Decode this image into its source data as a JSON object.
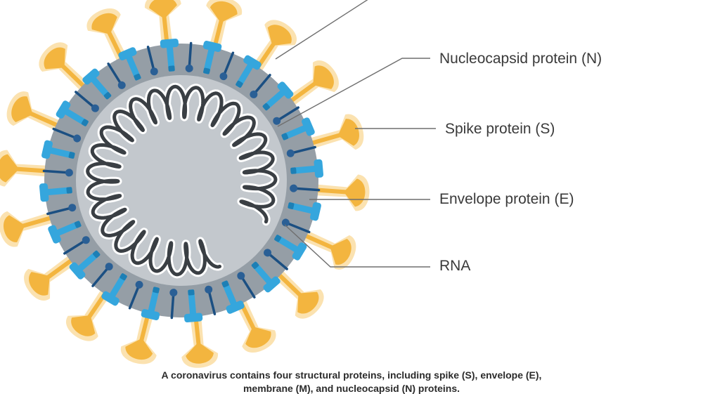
{
  "diagram": {
    "labels": [
      {
        "id": "nucleocapsid",
        "text": "Nucleocapsid protein (N)"
      },
      {
        "id": "spike",
        "text": "Spike protein (S)"
      },
      {
        "id": "envelope",
        "text": "Envelope protein (E)"
      },
      {
        "id": "rna",
        "text": "RNA"
      }
    ]
  },
  "caption": {
    "line1": "A coronavirus contains four structural proteins, including spike (S), envelope (E),",
    "line2": "membrane (M), and nucleocapsid (N) proteins."
  },
  "colors": {
    "spike": "#f3b53f",
    "spike_light": "#fbe2b0",
    "membrane": "#35a6dd",
    "membrane_dark": "#1d7fb5",
    "envelope": "#1b4f82",
    "envelope_head": "#2a5f95",
    "shell": "#959ea6",
    "core": "#c3c8cd",
    "rna_dark": "#3a3f44",
    "leader": "#6f6f6f"
  },
  "icons": [
    "spike-protein-glyph",
    "membrane-protein-glyph",
    "envelope-protein-glyph"
  ]
}
